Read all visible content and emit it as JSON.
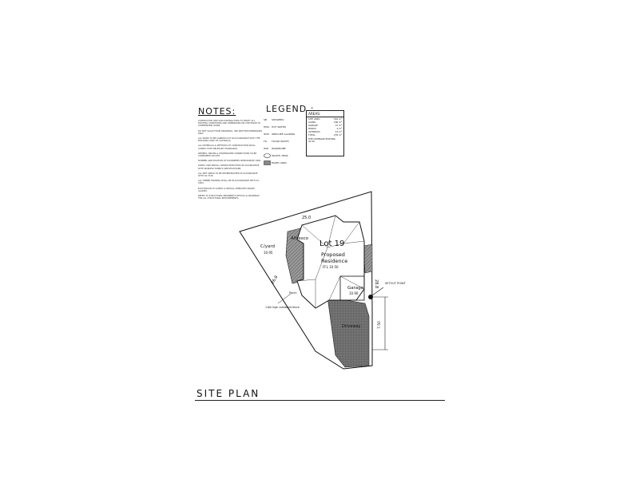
{
  "headings": {
    "notes": "NOTES:",
    "legend": "LEGEND :",
    "site_plan": "SITE PLAN"
  },
  "notes": [
    "CONTRACTOR AND SUB-CONTRACTORS TO VERIFY ALL EXISTING CONDITIONS AND DIMENSIONS ON SITE PRIOR TO COMMENCING WORK.",
    "DO NOT SCALE FROM DRAWINGS. USE WRITTEN DIMENSIONS ONLY.",
    "ALL WORK TO BE CARRIED OUT IN ACCORDANCE WITH THE BUILDING CODE OF AUSTRALIA.",
    "ALL MATERIALS & METHODS OF CONSTRUCTION SHALL COMPLY WITH RELEVANT STANDARDS.",
    "SEWERS, DRAINS & STORMWATER CONNECTIONS TO BE CONFIRMED ON SITE.",
    "NUMBER AND POSITION OF DOWNPIPES APPROXIMATE ONLY.",
    "SUPPLY AND INSTALL SMOKE DETECTORS IN ACCORDANCE WITH MANUFACTURER'S SPECIFICATIONS.",
    "ALL WET AREAS TO BE WATERPROOFED IN ACCORDANCE WITH AS 3740.",
    "ALL TIMBER FRAMING SHALL BE IN ACCORDANCE WITH AS 1684.",
    "ELECTRICIAN TO SUPPLY & INSTALL APPROVED SMOKE ALARMS.",
    "REFER TO STRUCTURAL ENGINEER'S DETAILS & DRAWINGS FOR ALL STRUCTURAL REQUIREMENTS."
  ],
  "legend": [
    {
      "symbol": "SB",
      "label": "SHOWERS"
    },
    {
      "symbol": "HWS",
      "label": "HOT WATER"
    },
    {
      "symbol": "WCE",
      "label": "OBSCURE GLAZING"
    },
    {
      "symbol": "FG",
      "label": "FLOOR WASTE"
    },
    {
      "symbol": "WIR",
      "label": "WARDROBE"
    },
    {
      "symbol": "",
      "label": "WASTE / BINS"
    },
    {
      "symbol": "",
      "label": "PAVED AREA"
    }
  ],
  "areas": {
    "title": "AREAS:",
    "rows": [
      {
        "label": "SITE AREA",
        "value": "561 m²"
      },
      {
        "label": "LIVING",
        "value": "180 m²"
      },
      {
        "label": "GARAGE",
        "value": "37 m²"
      },
      {
        "label": "PORCH",
        "value": "4 m²"
      },
      {
        "label": "ALFRESCO",
        "value": "14 m²"
      },
      {
        "label": "TOTAL",
        "value": "235 m²"
      }
    ],
    "coverage": "SITE COVERAGE EXISTING 41.9%"
  },
  "plan": {
    "lot": "Lot 19",
    "residence_1": "Proposed",
    "residence_2": "Residence",
    "residence_3": "FFL 10.50",
    "alfresco": "Alfresco",
    "courtyard": "C/yard",
    "courtyard_level": "10.95",
    "garage": "Garage",
    "garage_level": "10.90",
    "driveway": "Driveway",
    "setout": "SETOUT POINT",
    "fence": "1.8m high colorbond fence",
    "porch": "Porch",
    "dim_top": "25.0",
    "dim_left": "26.8",
    "dim_right": "28.8",
    "dim_front": "7.50"
  }
}
